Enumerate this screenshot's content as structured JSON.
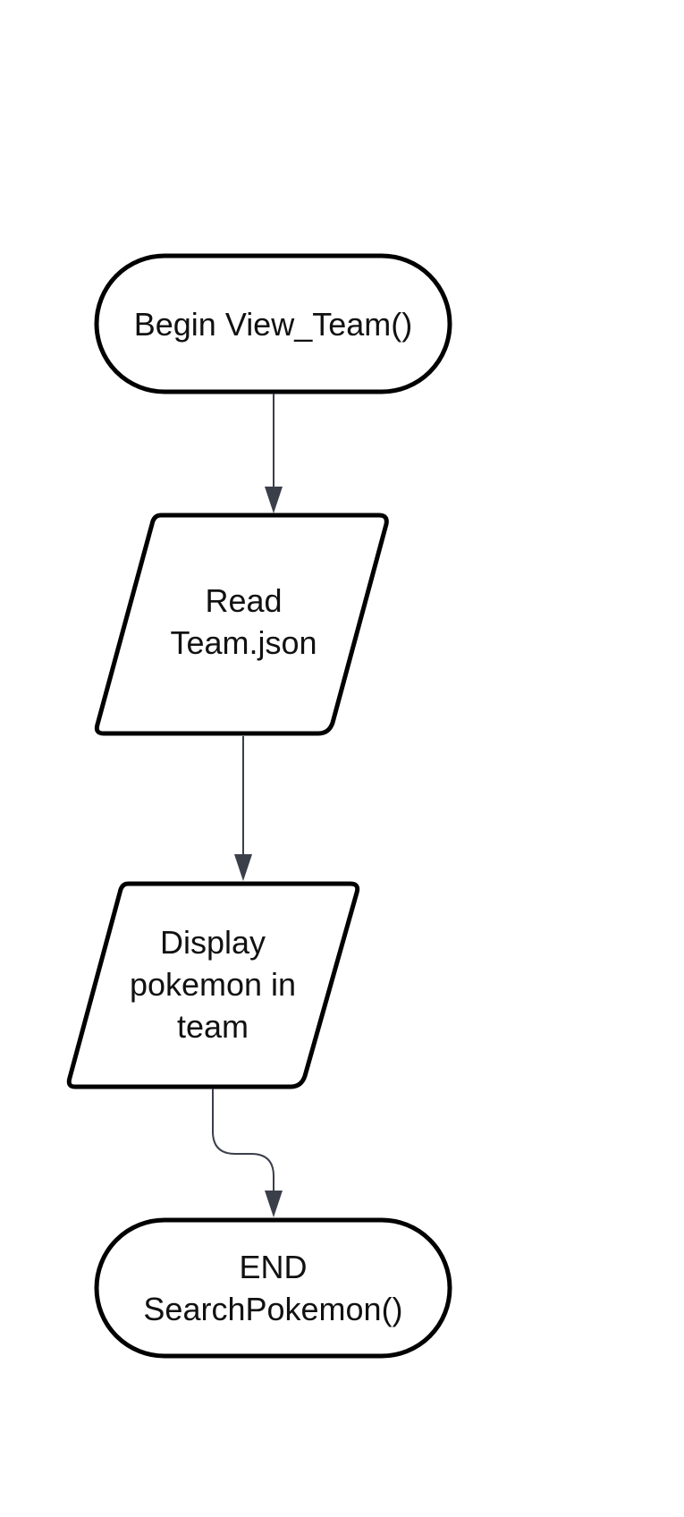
{
  "diagram": {
    "type": "flowchart",
    "colors": {
      "stroke": "#000000",
      "edge": "#3a3f4a",
      "text": "#111111",
      "background": "#ffffff"
    },
    "nodes": [
      {
        "id": "begin",
        "shape": "terminator",
        "label": "Begin View_Team()"
      },
      {
        "id": "read",
        "shape": "input-output",
        "label": "Read\nTeam.json"
      },
      {
        "id": "display",
        "shape": "input-output",
        "label": "Display\npokemon in\nteam"
      },
      {
        "id": "end",
        "shape": "terminator",
        "label": "END\nSearchPokemon()"
      }
    ],
    "edges": [
      {
        "from": "begin",
        "to": "read"
      },
      {
        "from": "read",
        "to": "display"
      },
      {
        "from": "display",
        "to": "end"
      }
    ]
  }
}
